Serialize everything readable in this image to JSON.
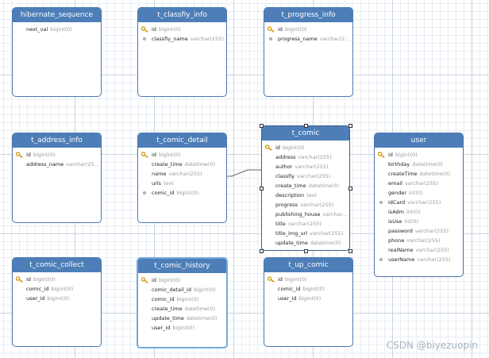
{
  "diagram": {
    "tables": [
      {
        "name": "hibernate_sequence",
        "fields": [
          {
            "name": "next_val",
            "type": "bigint(0)",
            "marker": "none"
          }
        ]
      },
      {
        "name": "t_classfiy_info",
        "fields": [
          {
            "name": "id",
            "type": "bigint(0)",
            "marker": "key"
          },
          {
            "name": "classfiy_name",
            "type": "varchar(255)",
            "marker": "dot"
          }
        ]
      },
      {
        "name": "t_progress_info",
        "fields": [
          {
            "name": "id",
            "type": "bigint(0)",
            "marker": "key"
          },
          {
            "name": "progress_name",
            "type": "varchar(2...",
            "marker": "dot"
          }
        ]
      },
      {
        "name": "t_address_info",
        "fields": [
          {
            "name": "id",
            "type": "bigint(0)",
            "marker": "key"
          },
          {
            "name": "address_name",
            "type": "varchar(25...",
            "marker": "none"
          }
        ]
      },
      {
        "name": "t_comic_detail",
        "fields": [
          {
            "name": "id",
            "type": "bigint(0)",
            "marker": "key"
          },
          {
            "name": "create_time",
            "type": "datetime(0)",
            "marker": "none"
          },
          {
            "name": "name",
            "type": "varchar(255)",
            "marker": "none"
          },
          {
            "name": "urls",
            "type": "text",
            "marker": "none"
          },
          {
            "name": "comic_id",
            "type": "bigint(0)",
            "marker": "dot"
          }
        ]
      },
      {
        "name": "t_comic",
        "fields": [
          {
            "name": "id",
            "type": "bigint(0)",
            "marker": "key"
          },
          {
            "name": "address",
            "type": "varchar(255)",
            "marker": "none"
          },
          {
            "name": "author",
            "type": "varchar(255)",
            "marker": "none"
          },
          {
            "name": "classfiy",
            "type": "varchar(255)",
            "marker": "none"
          },
          {
            "name": "create_time",
            "type": "datetime(0)",
            "marker": "none"
          },
          {
            "name": "description",
            "type": "text",
            "marker": "none"
          },
          {
            "name": "progress",
            "type": "varchar(255)",
            "marker": "none"
          },
          {
            "name": "publishing_house",
            "type": "varchar...",
            "marker": "none"
          },
          {
            "name": "title",
            "type": "varchar(255)",
            "marker": "none"
          },
          {
            "name": "title_img_url",
            "type": "varchar(255)",
            "marker": "none"
          },
          {
            "name": "update_time",
            "type": "datetime(0)",
            "marker": "none"
          }
        ]
      },
      {
        "name": "user",
        "fields": [
          {
            "name": "id",
            "type": "bigint(0)",
            "marker": "key"
          },
          {
            "name": "birthday",
            "type": "datetime(0)",
            "marker": "none"
          },
          {
            "name": "createTime",
            "type": "datetime(0)",
            "marker": "none"
          },
          {
            "name": "email",
            "type": "varchar(255)",
            "marker": "none"
          },
          {
            "name": "gender",
            "type": "int(0)",
            "marker": "none"
          },
          {
            "name": "idCard",
            "type": "varchar(255)",
            "marker": "dot"
          },
          {
            "name": "isAdm",
            "type": "int(0)",
            "marker": "none"
          },
          {
            "name": "isUse",
            "type": "int(0)",
            "marker": "none"
          },
          {
            "name": "password",
            "type": "varchar(255)",
            "marker": "none"
          },
          {
            "name": "phone",
            "type": "varchar(255)",
            "marker": "none"
          },
          {
            "name": "realName",
            "type": "varchar(255)",
            "marker": "none"
          },
          {
            "name": "userName",
            "type": "varchar(255)",
            "marker": "dot"
          }
        ]
      },
      {
        "name": "t_comic_collect",
        "fields": [
          {
            "name": "id",
            "type": "bigint(0)",
            "marker": "key"
          },
          {
            "name": "comic_id",
            "type": "bigint(0)",
            "marker": "none"
          },
          {
            "name": "user_id",
            "type": "bigint(0)",
            "marker": "none"
          }
        ]
      },
      {
        "name": "t_comic_history",
        "fields": [
          {
            "name": "id",
            "type": "bigint(0)",
            "marker": "key"
          },
          {
            "name": "comic_detail_id",
            "type": "bigint(0)",
            "marker": "none"
          },
          {
            "name": "comic_id",
            "type": "bigint(0)",
            "marker": "none"
          },
          {
            "name": "create_time",
            "type": "datetime(0)",
            "marker": "none"
          },
          {
            "name": "update_time",
            "type": "datetime(0)",
            "marker": "none"
          },
          {
            "name": "user_id",
            "type": "bigint(0)",
            "marker": "none"
          }
        ]
      },
      {
        "name": "t_up_comic",
        "fields": [
          {
            "name": "id",
            "type": "bigint(0)",
            "marker": "key"
          },
          {
            "name": "comic_id",
            "type": "bigint(0)",
            "marker": "none"
          },
          {
            "name": "user_id",
            "type": "bigint(0)",
            "marker": "none"
          }
        ]
      }
    ],
    "relations": [
      {
        "from": "t_comic_detail",
        "to": "t_comic"
      }
    ],
    "selected_table": "t_comic",
    "highlighted_table": "t_comic_history"
  },
  "colors": {
    "header": "#4d7eb8",
    "border": "#4a78b0",
    "type_text": "#9a9a9a",
    "key_icon": "#d4a017"
  },
  "watermark": "CSDN @biyezuopin"
}
